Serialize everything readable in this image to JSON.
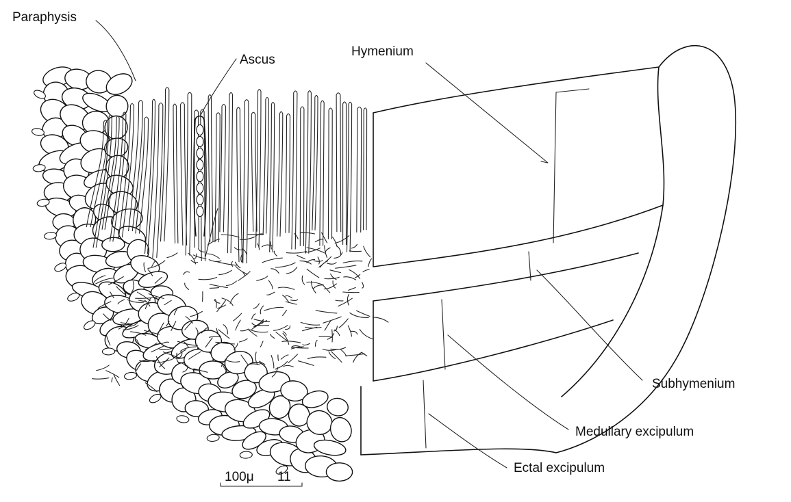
{
  "labels": {
    "paraphysis": "Paraphysis",
    "ascus": "Ascus",
    "hymenium": "Hymenium",
    "subhymenium": "Subhymenium",
    "medullary_excipulum": "Medullary excipulum",
    "ectal_excipulum": "Ectal excipulum"
  },
  "scale_bar": {
    "text": "100μ",
    "plate_number": "11"
  },
  "colors": {
    "ink": "#111111",
    "background": "#ffffff"
  }
}
